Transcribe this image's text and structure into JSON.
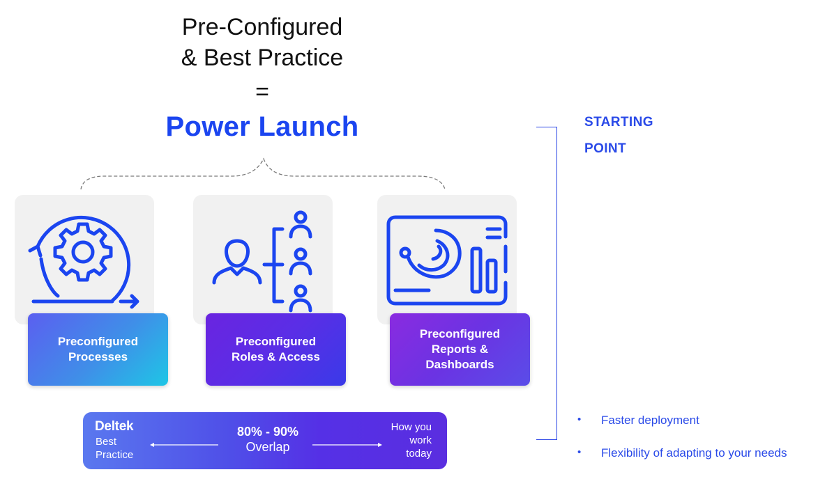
{
  "header": {
    "line1": "Pre-Configured",
    "line2": "& Best Practice",
    "equals": "=",
    "highlight": "Power Launch"
  },
  "colors": {
    "accent_blue": "#1b45f0",
    "bracket_blue": "#2a44e6",
    "icon_blue": "#1b45f0",
    "icon_bg": "#f1f1f1"
  },
  "cards": [
    {
      "icon": "gear-cycle-icon",
      "label": "Preconfigured Processes"
    },
    {
      "icon": "org-roles-icon",
      "label": "Preconfigured Roles & Access"
    },
    {
      "icon": "dashboard-icon",
      "label": "Preconfigured Reports & Dashboards"
    }
  ],
  "overlap": {
    "logo": "Deltek",
    "left_label_1": "Best",
    "left_label_2": "Practice",
    "percentage": "80% - 90%",
    "center_label": "Overlap",
    "right_label_1": "How you",
    "right_label_2": "work",
    "right_label_3": "today"
  },
  "starting_point": {
    "line1": "STARTING",
    "line2": "POINT"
  },
  "benefits": [
    {
      "bullet": "•",
      "text": "Faster deployment"
    },
    {
      "bullet": "•",
      "text": "Flexibility of adapting to your needs"
    }
  ]
}
